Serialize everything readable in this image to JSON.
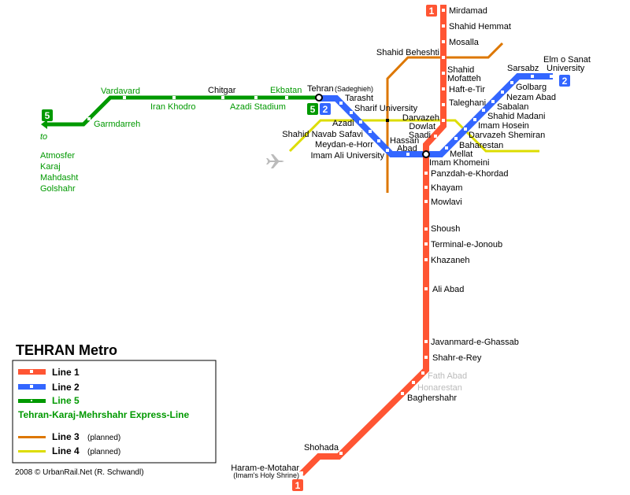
{
  "title": "TEHRAN Metro",
  "colors": {
    "line1": "#ff5533",
    "line2": "#3366ff",
    "line5": "#009900",
    "line3": "#dd7700",
    "line4": "#dddd00",
    "inactive": "#bbbbbb"
  },
  "badges": {
    "line1": "1",
    "line2": "2",
    "line5": "5"
  },
  "line1_stations": [
    "Mirdamad",
    "Shahid Hemmat",
    "Mosalla",
    "Shahid Beheshti",
    "Shahid",
    "Mofatteh",
    "Haft-e-Tir",
    "Taleghani",
    "Darvazeh",
    "Dowlat",
    "Saadi",
    "Imam Khomeini",
    "Panzdah-e-Khordad",
    "Khayam",
    "Mowlavi",
    "Shoush",
    "Terminal-e-Jonoub",
    "Khazaneh",
    "Ali Abad",
    "Javanmard-e-Ghassab",
    "Shahr-e-Rey",
    "Fath Abad",
    "Honarestan",
    "Baghershahr",
    "Shohada",
    "Haram-e-Motahar",
    "(Imam's Holy Shrine)"
  ],
  "line2_stations": [
    "Tehran",
    "(Sadeghieh)",
    "Tarasht",
    "Sharif University",
    "Azadi",
    "Shahid Navab Safavi",
    "Meydan-e-Horr",
    "Imam Ali University",
    "Hassan",
    "Abad",
    "Mellat",
    "Baharestan",
    "Darvazeh Shemiran",
    "Imam Hosein",
    "Shahid Madani",
    "Sabalan",
    "Nezam Abad",
    "Golbarg",
    "Sarsabz",
    "Elm o Sanat",
    "University"
  ],
  "line5_stations": [
    "Vardavard",
    "Iran Khodro",
    "Chitgar",
    "Azadi Stadium",
    "Ekbatan",
    "Garmdarreh"
  ],
  "line5_destinations": [
    "to",
    "Atmosfer",
    "Karaj",
    "Mahdasht",
    "Golshahr"
  ],
  "legend": {
    "line1": "Line 1",
    "line2": "Line 2",
    "line5": "Line 5",
    "express": "Tehran-Karaj-Mehrshahr Express-Line",
    "line3": "Line 3",
    "line4": "Line 4",
    "planned": "(planned)"
  },
  "credit": "2008 © UrbanRail.Net (R. Schwandl)"
}
